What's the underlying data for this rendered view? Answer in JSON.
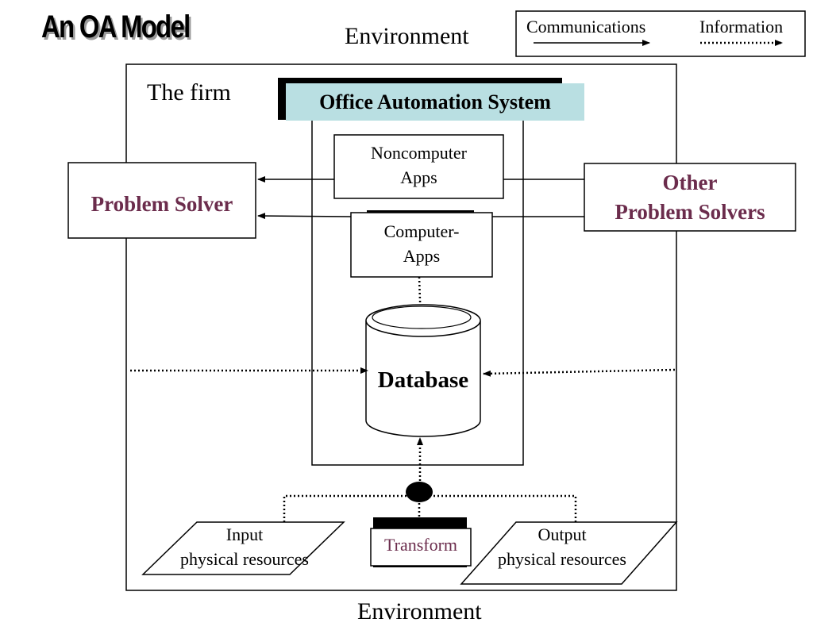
{
  "title": "An OA Model",
  "legend": {
    "communications": "Communications",
    "information": "Information"
  },
  "environment_top": "Environment",
  "environment_bottom": "Environment",
  "firm_label": "The firm",
  "oas_label": "Office Automation System",
  "noncomputer_apps": [
    "Noncomputer",
    "Apps"
  ],
  "computer_apps": [
    "Computer-",
    "Apps"
  ],
  "database_label": "Database",
  "problem_solver": "Problem Solver",
  "other_problem_solvers": [
    "Other",
    "Problem Solvers"
  ],
  "input_resources": [
    "Input",
    "physical resources"
  ],
  "transform_label": "Transform",
  "output_resources": [
    "Output",
    "physical resources"
  ],
  "colors": {
    "accent_maroon": "#6b2c4c",
    "oas_band": "#b9dfe2"
  }
}
